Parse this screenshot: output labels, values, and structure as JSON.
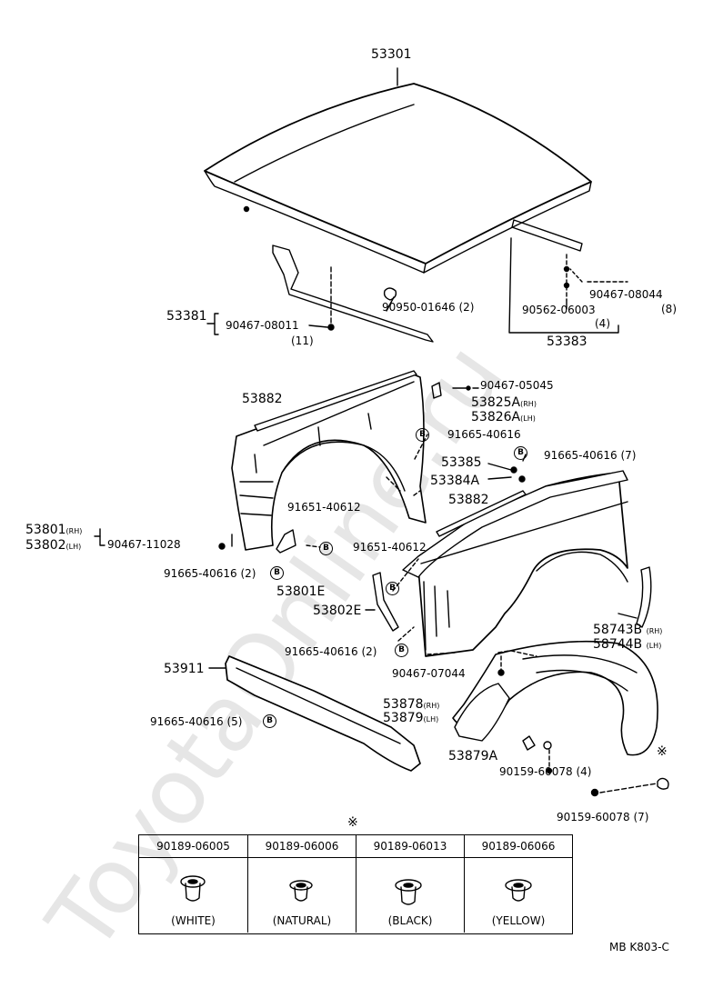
{
  "watermark": "ToyotaOnline.ru",
  "labels": {
    "l53301": "53301",
    "l90950": "90950-01646 (2)",
    "l90467_08044": "90467-08044",
    "l08044_qty": "(8)",
    "l90562": "90562-06003",
    "l90562_qty": "(4)",
    "l53383": "53383",
    "l53381": "53381",
    "l90467_08011": "90467-08011",
    "l08011_qty": "(11)",
    "l90467_05045": "90467-05045",
    "l53825A": "53825A",
    "l53825A_side": "(RH)",
    "l53826A": "53826A",
    "l53826A_side": "(LH)",
    "l53882_top": "53882",
    "l91665_40616_a": "91665-40616",
    "l53385": "53385",
    "l91665_40616_7": "91665-40616 (7)",
    "l53384A": "53384A",
    "l53882_mid": "53882",
    "l91651_40612_a": "91651-40612",
    "l53801": "53801",
    "l53801_side": "(RH)",
    "l53802": "53802",
    "l53802_side": "(LH)",
    "l90467_11028": "90467-11028",
    "l91651_40612_b": "91651-40612",
    "l91665_40616_2a": "91665-40616 (2)",
    "l53801E": "53801E",
    "l53802E": "53802E",
    "l58743B": "58743B",
    "l58743B_side": "(RH)",
    "l58744B": "58744B",
    "l58744B_side": "(LH)",
    "l91665_40616_2b": "91665-40616 (2)",
    "l53911": "53911",
    "l90467_07044": "90467-07044",
    "l53878": "53878",
    "l53878_side": "(RH)",
    "l53879": "53879",
    "l53879_side": "(LH)",
    "l91665_40616_5": "91665-40616 (5)",
    "l53879A": "53879A",
    "l90159_4": "90159-60078 (4)",
    "l90159_7": "90159-60078 (7)",
    "ref_mark": "※",
    "ref_mark_tbl": "※",
    "b_marker": "B",
    "footer_code": "MB  K803-C"
  },
  "clip_table": [
    {
      "part": "90189-06005",
      "color": "(WHITE)"
    },
    {
      "part": "90189-06006",
      "color": "(NATURAL)"
    },
    {
      "part": "90189-06013",
      "color": "(BLACK)"
    },
    {
      "part": "90189-06066",
      "color": "(YELLOW)"
    }
  ]
}
